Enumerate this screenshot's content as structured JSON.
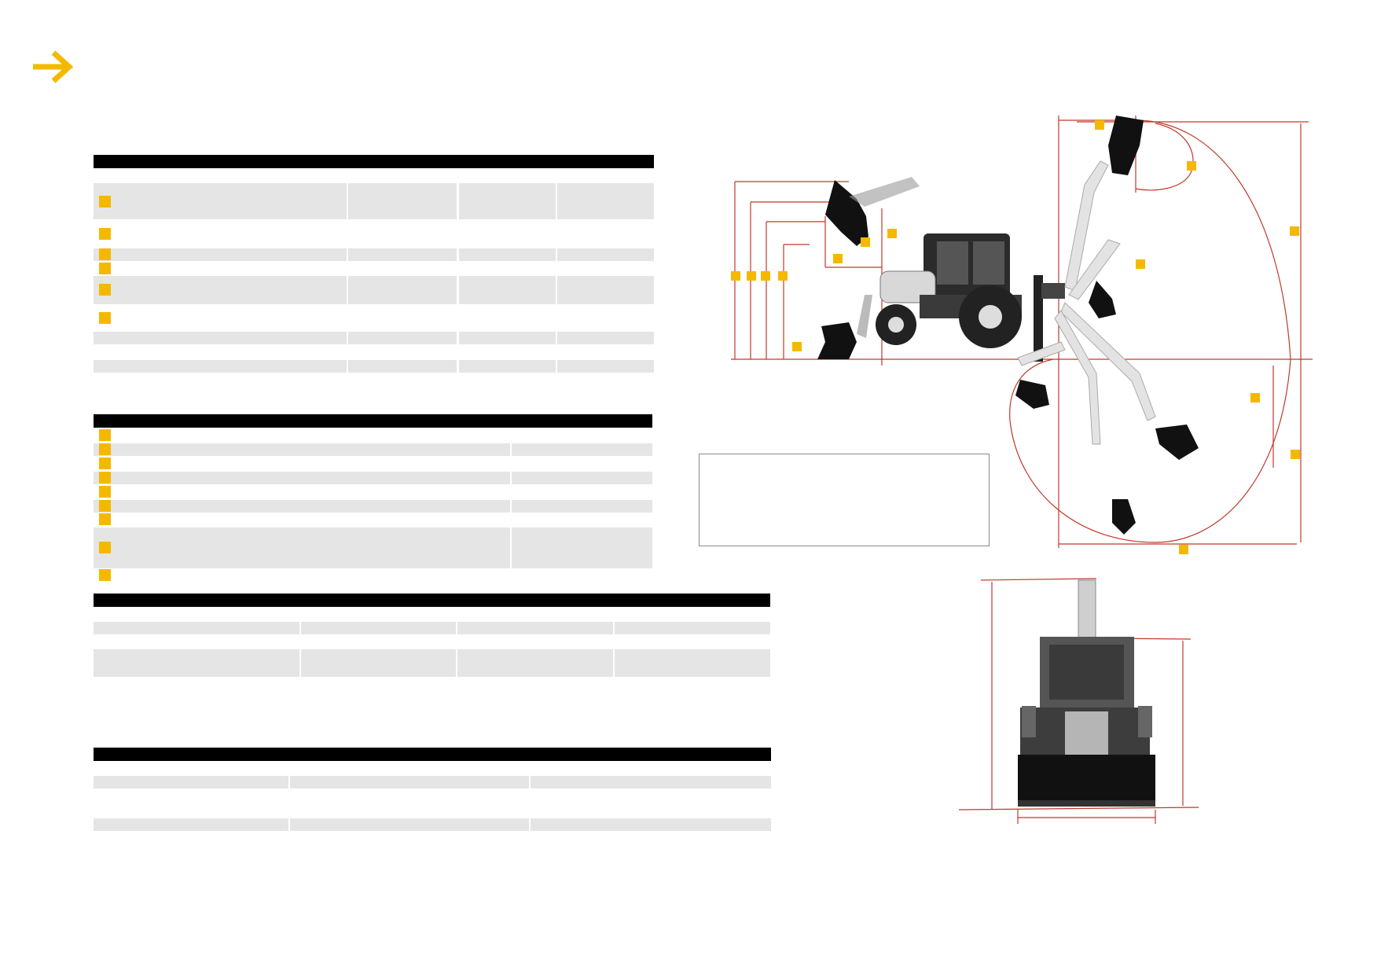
{
  "colors": {
    "accent": "#f5b800",
    "header_bar": "#000000",
    "row_shade": "#e5e5e5",
    "dimension_line": "#c0392b"
  },
  "icons": {
    "header": "arrow-right-icon",
    "dimension_marker": "square-marker-icon"
  },
  "tables": [
    {
      "id": "table-1",
      "rows": 8,
      "markers": 6
    },
    {
      "id": "table-2",
      "rows": 10,
      "markers": 10
    },
    {
      "id": "table-3",
      "rows": 2
    },
    {
      "id": "table-4",
      "rows": 2
    }
  ]
}
